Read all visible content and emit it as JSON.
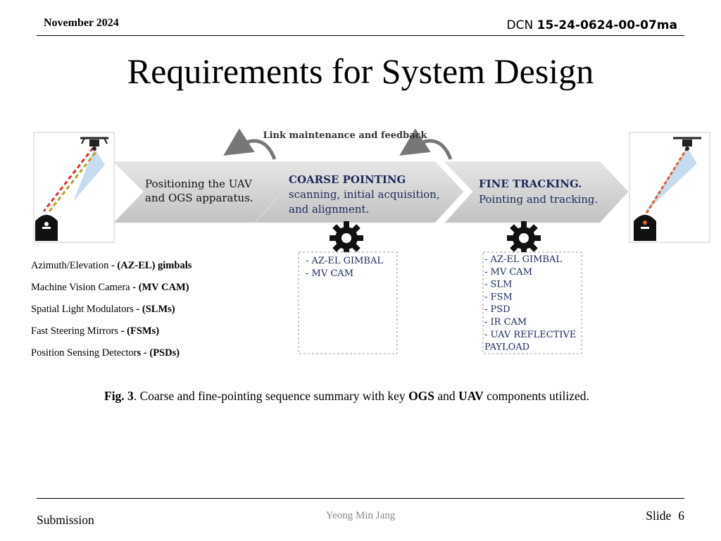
{
  "header": {
    "date": "November 2024",
    "dcn_prefix": "DCN",
    "dcn_number": "15-24-0624-00-07ma"
  },
  "title": "Requirements for System Design",
  "figure": {
    "feedback_label": "Link maintenance and feedback",
    "stage1": {
      "line1": "Positioning the UAV",
      "line2": "and OGS apparatus."
    },
    "stage2": {
      "line1": "COARSE POINTING",
      "line2": "scanning, initial acquisition,",
      "line3": "and alignment."
    },
    "stage3": {
      "line1": "FINE TRACKING.",
      "line2": "Pointing and tracking."
    },
    "coarse_components": [
      "- AZ-EL GIMBAL",
      "- MV CAM"
    ],
    "fine_components": [
      "- AZ-EL GIMBAL",
      "- MV CAM",
      "- SLM",
      "- FSM",
      "- PSD",
      "- IR CAM",
      "- UAV REFLECTIVE",
      "  PAYLOAD"
    ]
  },
  "components": [
    {
      "name": "Azimuth/Elevation",
      "sep": " - (",
      "abbr": "AZ-EL) gimbals"
    },
    {
      "name": "Machine Vision Camera",
      "sep": " - (",
      "abbr": "MV CAM)"
    },
    {
      "name": "Spatial Light Modulators",
      "sep": " - (",
      "abbr": "SLMs)"
    },
    {
      "name": "Fast Steering Mirrors",
      "sep": " - (",
      "abbr": "FSMs)"
    },
    {
      "name": "Position Sensing Detector",
      "sep": "s - (",
      "abbr": "PSDs)"
    }
  ],
  "caption": {
    "fig_label": "Fig. 3",
    "text1": ". Coarse and fine-pointing sequence summary with key ",
    "ogs": "OGS",
    "text2": " and ",
    "uav": "UAV",
    "text3": " components utilized."
  },
  "footer": {
    "submission": "Submission",
    "presenter": "Yeong Min Jang",
    "slide_label": "Slide",
    "slide_number": "6"
  }
}
